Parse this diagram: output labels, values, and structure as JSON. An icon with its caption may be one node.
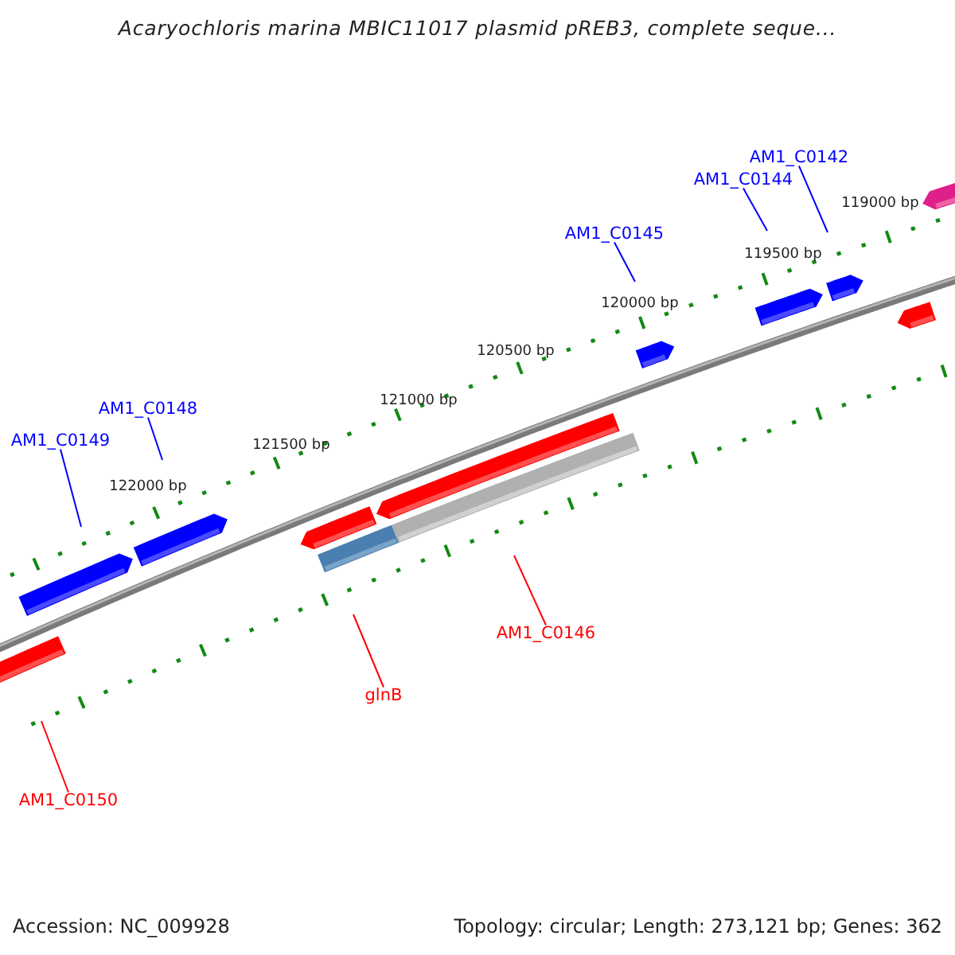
{
  "diagram": {
    "title": "Acaryochloris marina MBIC11017 plasmid pREB3, complete seque...",
    "nodes": [
      {
        "text": [
          "AM1_C0142"
        ]
      },
      {
        "text": [
          "AM1_C0144"
        ]
      },
      {
        "text": [
          "AM1_C0145"
        ]
      },
      {
        "text": [
          "AM1_C0148"
        ]
      },
      {
        "text": [
          "AM1_C0149"
        ]
      },
      {
        "text": [
          "AM1_C0146"
        ]
      },
      {
        "text": [
          "glnB"
        ]
      },
      {
        "text": [
          "AM1_C0150"
        ]
      }
    ],
    "edges": [
      {
        "from": 0,
        "to": null,
        "arrow": "none"
      },
      {
        "from": 1,
        "to": null,
        "arrow": "none"
      },
      {
        "from": 2,
        "to": null,
        "arrow": "none"
      },
      {
        "from": 3,
        "to": null,
        "arrow": "none"
      },
      {
        "from": 4,
        "to": null,
        "arrow": "none"
      },
      {
        "from": 5,
        "to": null,
        "arrow": "none",
        "color": "#ff0000"
      },
      {
        "from": 6,
        "to": null,
        "arrow": "none",
        "color": "#ff0000"
      },
      {
        "from": 7,
        "to": null,
        "arrow": "none",
        "color": "#ff0000"
      }
    ],
    "labels": [
      "119000 bp",
      "119500 bp",
      "120000 bp",
      "120500 bp",
      "121000 bp",
      "121500 bp",
      "122000 bp",
      "Accession: NC_009928",
      "Topology: circular; Length: 273,121 bp; Genes: 362"
    ]
  }
}
